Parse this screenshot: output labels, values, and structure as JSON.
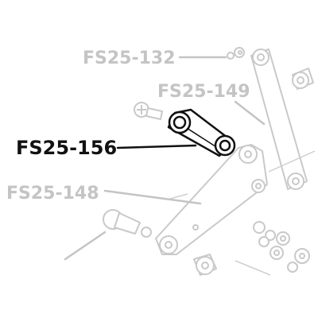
{
  "diagram": {
    "callouts": [
      {
        "id": "fs25-132",
        "text": "FS25-132",
        "highlighted": false
      },
      {
        "id": "fs25-149",
        "text": "FS25-149",
        "highlighted": false
      },
      {
        "id": "fs25-156",
        "text": "FS25-156",
        "highlighted": true
      },
      {
        "id": "fs25-148",
        "text": "FS25-148",
        "highlighted": false
      }
    ],
    "colors": {
      "muted": "#c4c4c4",
      "highlight": "#111111",
      "background": "#ffffff"
    }
  }
}
